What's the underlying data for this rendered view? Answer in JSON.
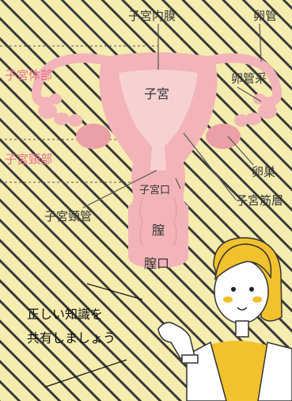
{
  "diagram": {
    "labels": {
      "endometrium": "子宮内膜",
      "fallopian_tube": "卵管",
      "fimbriae": "卵管采",
      "uterus": "子宮",
      "uterine_body": "子宮体部",
      "cervix_part": "子宮頸部",
      "ovary": "卵巣",
      "myometrium": "子宮筋層",
      "os": "子宮口",
      "cervical_canal": "子宮頸管",
      "vagina": "膣",
      "vaginal_opening": "膣口"
    }
  },
  "speech": {
    "line1": "正しい知識を",
    "line2": "共有しましょう"
  },
  "colors": {
    "background": "#f5ecb0",
    "stripe": "#3a3a3a",
    "organ": "#f2b4b8",
    "organ_inner": "#f7d0d2",
    "ovary": "#eaa0a6",
    "label_pink": "#e96b8f",
    "hair": "#f2c12e",
    "shirt": "#f2c12e"
  }
}
